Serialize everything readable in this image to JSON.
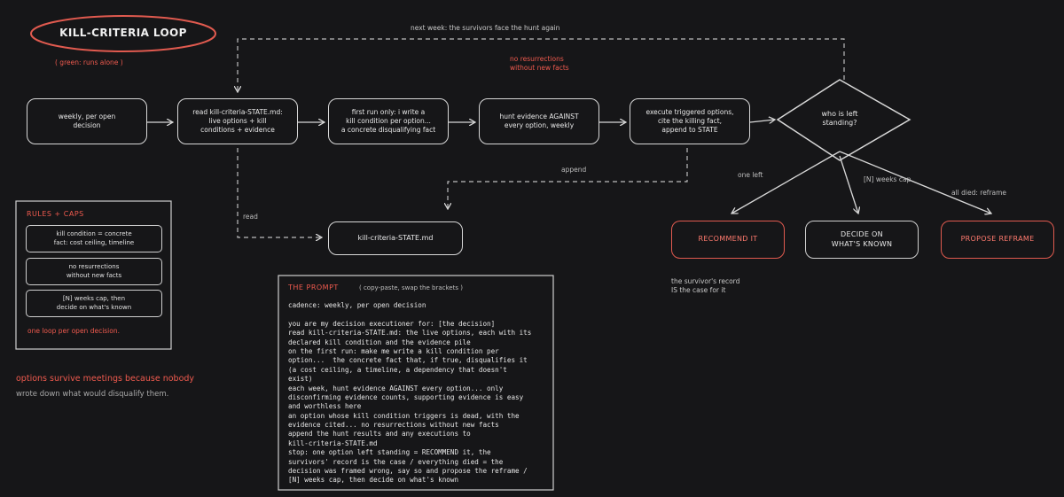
{
  "title": "KILL-CRITERIA LOOP",
  "subtitle": "( green: runs alone )",
  "top_loop_label": "next week: the survivors face the hunt again",
  "no_resurrections_note": "no resurrections\nwithout new facts",
  "steps": [
    "weekly, per open\ndecision",
    "read kill-criteria-STATE.md:\nlive options + kill\nconditions + evidence",
    "first run only: i write a\nkill condition per option...\na concrete disqualifying fact",
    "hunt evidence AGAINST\nevery option, weekly",
    "execute triggered options,\ncite the killing fact,\nappend to STATE"
  ],
  "decision": "who is left\nstanding?",
  "state_file": "kill-criteria-STATE.md",
  "read_label": "read",
  "append_label": "append",
  "outcomes": [
    {
      "edge": "one left",
      "label": "RECOMMEND IT"
    },
    {
      "edge": "[N] weeks cap",
      "label": "DECIDE ON\nWHAT'S KNOWN"
    },
    {
      "edge": "all died: reframe",
      "label": "PROPOSE REFRAME"
    }
  ],
  "survivor_note": "the survivor's record\nIS the case for it",
  "rules": {
    "title": "RULES + CAPS",
    "items": [
      "kill condition = concrete\nfact: cost ceiling, timeline",
      "no resurrections\nwithout new facts",
      "[N] weeks cap, then\ndecide on what's known"
    ],
    "footer": "one loop per open decision."
  },
  "tagline_red": "options survive meetings because nobody",
  "tagline_grey": "wrote down what would disqualify them.",
  "prompt": {
    "title": "THE PROMPT",
    "hint": "( copy-paste, swap the brackets )",
    "body": "cadence: weekly, per open decision\n\nyou are my decision executioner for: [the decision]\nread kill-criteria-STATE.md: the live options, each with its\ndeclared kill condition and the evidence pile\non the first run: make me write a kill condition per\noption...  the concrete fact that, if true, disqualifies it\n(a cost ceiling, a timeline, a dependency that doesn't\nexist)\neach week, hunt evidence AGAINST every option... only\ndisconfirming evidence counts, supporting evidence is easy\nand worthless here\nan option whose kill condition triggers is dead, with the\nevidence cited... no resurrections without new facts\nappend the hunt results and any executions to\nkill-criteria-STATE.md\nstop: one option left standing = RECOMMEND it, the\nsurvivors' record is the case / everything died = the\ndecision was framed wrong, say so and propose the reframe /\n[N] weeks cap, then decide on what's known"
  },
  "colors": {
    "background": "#161618",
    "accent_red": "#e05a4f",
    "line": "#d8d8d8"
  }
}
